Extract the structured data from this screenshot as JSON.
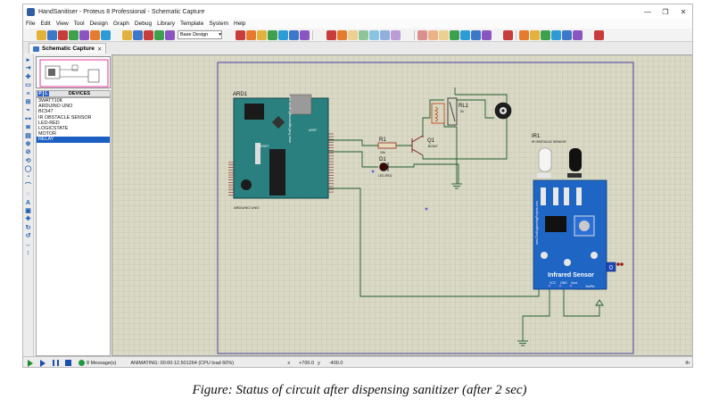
{
  "window": {
    "title": "HandSanitiser - Proteus 8 Professional - Schematic Capture",
    "controls": [
      "—",
      "❐",
      "✕"
    ]
  },
  "menu": [
    "File",
    "Edit",
    "View",
    "Tool",
    "Design",
    "Graph",
    "Debug",
    "Library",
    "Template",
    "System",
    "Help"
  ],
  "toolbar": {
    "design_select": "Base Design",
    "colors": [
      "#f2f2f2",
      "#e3b23c",
      "#3c78c8",
      "#c83c3c",
      "#3ca04c",
      "#8a55c0",
      "#e57b2d",
      "#2d9bd6"
    ]
  },
  "tab": {
    "label": "Schematic Capture",
    "close": "✕"
  },
  "left_tools": [
    "▸",
    "⇥",
    "✚",
    "▭",
    "≡",
    "⊞",
    "⌁",
    "⊶",
    "≣",
    "▤",
    "⊕",
    "⊘",
    "⟲",
    "◯",
    "◔",
    "⌒",
    "◌",
    "A",
    "▣",
    "✚",
    "↻",
    "↺",
    "↔",
    "↕"
  ],
  "devices": {
    "header_p": "P",
    "header_l": "L",
    "title": "DEVICES",
    "items": [
      "3WATT10K",
      "ARDUINO UNO",
      "BC547",
      "IR OBSTACLE SENSOR",
      "LED-RED",
      "LOGICSTATE",
      "MOTOR",
      "RELAY"
    ],
    "selected_index": 7
  },
  "schematic": {
    "arduino_ref": "ARD1",
    "arduino_name": "ARDUINO UNO",
    "arduino_aref": "AREF",
    "arduino_reset": "RESET",
    "arduino_brand": "www.TheEngineeringProjects.com",
    "resistor_ref": "R1",
    "resistor_value": "10k",
    "transistor_ref": "Q1",
    "transistor_value": "BC547",
    "led_ref": "D1",
    "led_value": "LED-RED",
    "relay_ref": "RL1",
    "relay_value": "5V",
    "sensor_ref": "IR1",
    "sensor_value": "IR OBSTACLE SENSOR",
    "sensor_title": "Infrared Sensor",
    "sensor_brand": "www.TheEngineeringProjects.com",
    "sensor_pins": [
      "VCC",
      "GND",
      "Vout"
    ],
    "sensor_testpin": "TestPin",
    "logic_state": "0"
  },
  "status": {
    "messages": "8 Message(s)",
    "animating": "ANIMATING: 00:00:12.501264 (CPU load 60%)",
    "x_label": "x",
    "x_value": "+700.0",
    "y_label": "y",
    "y_value": "-400.0",
    "units": "th"
  },
  "caption": "Figure: Status of circuit after dispensing sanitizer (after 2 sec)"
}
